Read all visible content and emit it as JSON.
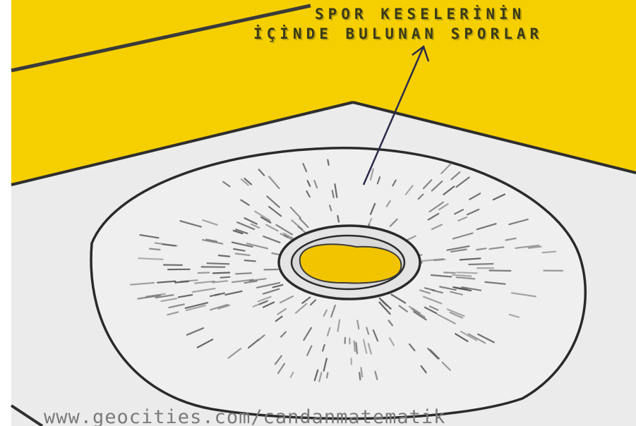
{
  "annotation": {
    "line1": "SPOR KESELERİNİN",
    "line2": "İÇİNDE BULUNAN SPORLAR"
  },
  "watermark": "www.geocities.com/candanmatematik",
  "colors": {
    "background": "#f5cf00",
    "surface": "#ebebeb",
    "outline": "#2a2a2a",
    "cap_center": "#f2c400"
  }
}
